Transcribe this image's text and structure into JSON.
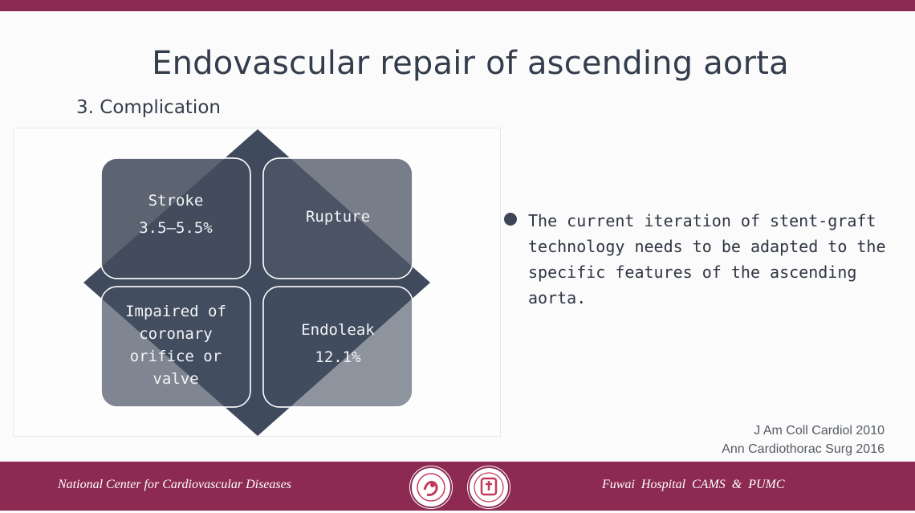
{
  "slide": {
    "title": "Endovascular repair of ascending aorta",
    "subtitle": "3. Complication",
    "quadrants": {
      "top_left": {
        "label": "Stroke",
        "value": "3.5–5.5%"
      },
      "top_right": {
        "label": "Rupture"
      },
      "bottom_left": {
        "label": "Impaired of coronary orifice or valve",
        "lines": [
          "Impaired of",
          "coronary",
          "orifice or",
          "valve"
        ]
      },
      "bottom_right": {
        "label": "Endoleak",
        "value": "12.1%"
      }
    },
    "bullet": "The current iteration of stent-graft technology needs to be adapted to the specific features of the ascending aorta.",
    "references": [
      "J Am Coll Cardiol 2010",
      "Ann Cardiothorac Surg 2016"
    ]
  },
  "footer": {
    "left_text": "National Center for Cardiovascular Diseases",
    "right_text": "Fuwai Hospital  CAMS  &  PUMC"
  },
  "colors": {
    "brand": "#8c2a52",
    "diagram_dark": "#3f4a5c",
    "diagram_light": "#9aa0aa"
  }
}
